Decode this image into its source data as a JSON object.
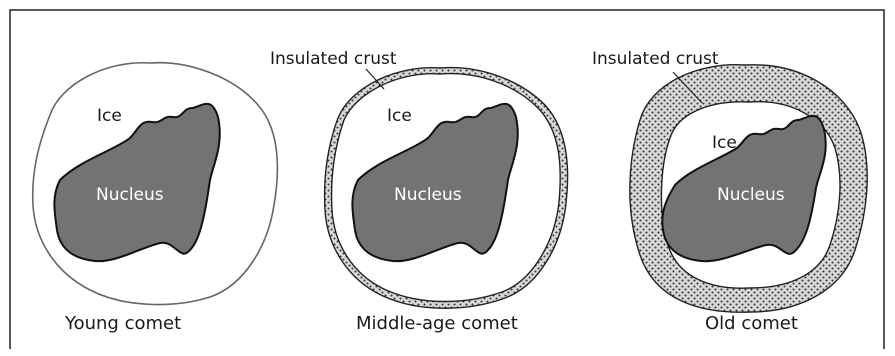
{
  "colors": {
    "nucleus_fill": "#737373",
    "outline": "#111111",
    "crust_fill": "#d6d6d6",
    "crust_dots": "#333333",
    "background": "#ffffff"
  },
  "comets": [
    {
      "caption": "Young comet",
      "ice_label": "Ice",
      "nucleus_label": "Nucleus",
      "crust_label": ""
    },
    {
      "caption": "Middle-age comet",
      "ice_label": "Ice",
      "nucleus_label": "Nucleus",
      "crust_label": "Insulated crust"
    },
    {
      "caption": "Old comet",
      "ice_label": "Ice",
      "nucleus_label": "Nucleus",
      "crust_label": "Insulated crust"
    }
  ]
}
